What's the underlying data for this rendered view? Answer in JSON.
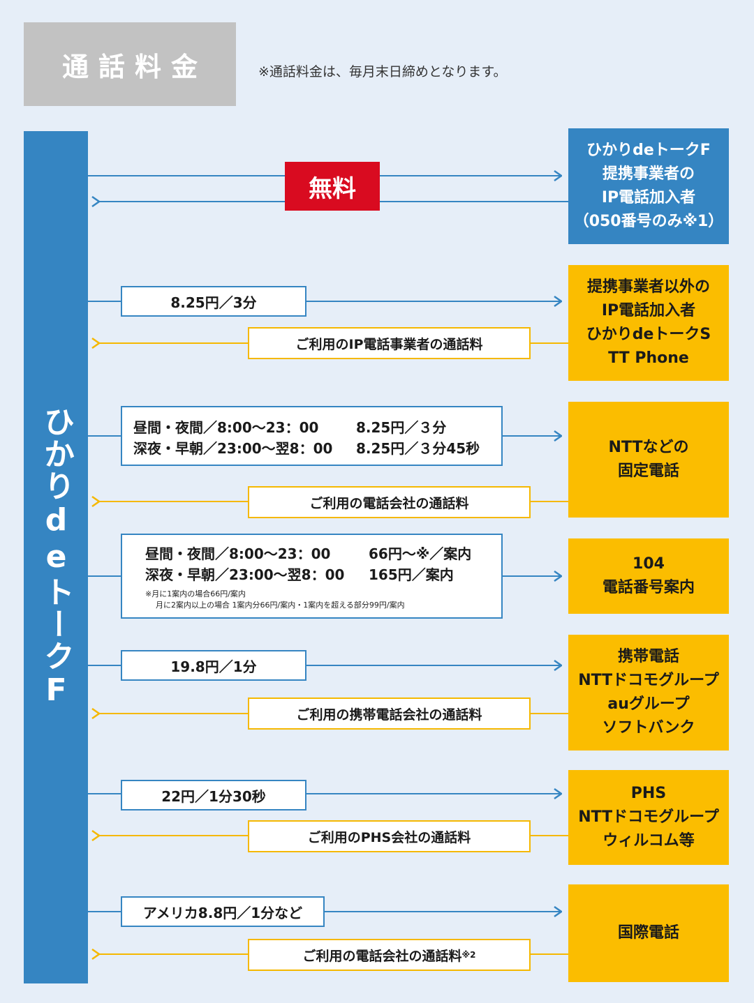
{
  "header": {
    "title": "通話料金",
    "note": "※通話料金は、毎月末日締めとなります。"
  },
  "source": {
    "label": "ひかりdeトークF"
  },
  "colors": {
    "blue": "#3585c2",
    "yellow": "#fbbd00",
    "red": "#d90b20",
    "gray": "#c2c2c2",
    "background": "#e6eef8"
  },
  "rows": [
    {
      "destination": "ひかりdeトークF\n提携事業者の\nIP電話加入者\n（050番号のみ※1）",
      "free_label": "無料"
    },
    {
      "destination": "提携事業者以外の\nIP電話加入者\nひかりdeトークS\nTT Phone",
      "rate": "8.25円／3分",
      "return_rate": "ご利用のIP電話事業者の通話料"
    },
    {
      "destination": "NTTなどの\n固定電話",
      "rate_lines": [
        {
          "period": "昼間・夜間／8:00〜23：00",
          "price": "8.25円／３分"
        },
        {
          "period": "深夜・早朝／23:00〜翌8：00",
          "price": "8.25円／３分45秒"
        }
      ],
      "return_rate": "ご利用の電話会社の通話料"
    },
    {
      "destination": "104\n電話番号案内",
      "rate_lines": [
        {
          "period": "昼間・夜間／8:00〜23：00",
          "price": "66円〜※／案内"
        },
        {
          "period": "深夜・早朝／23:00〜翌8：00",
          "price": "165円／案内"
        }
      ],
      "notes": [
        "※月に1案内の場合66円/案内",
        "月に2案内以上の場合 1案内分66円/案内・1案内を超える部分99円/案内"
      ]
    },
    {
      "destination": "携帯電話\nNTTドコモグループ\nauグループ\nソフトバンク",
      "rate": "19.8円／1分",
      "return_rate": "ご利用の携帯電話会社の通話料"
    },
    {
      "destination": "PHS\nNTTドコモグループ\nウィルコム等",
      "rate": "22円／1分30秒",
      "return_rate": "ご利用のPHS会社の通話料"
    },
    {
      "destination": "国際電話",
      "rate": "アメリカ8.8円／1分など",
      "return_rate": "ご利用の電話会社の通話料",
      "return_note_mark": "※2"
    }
  ]
}
